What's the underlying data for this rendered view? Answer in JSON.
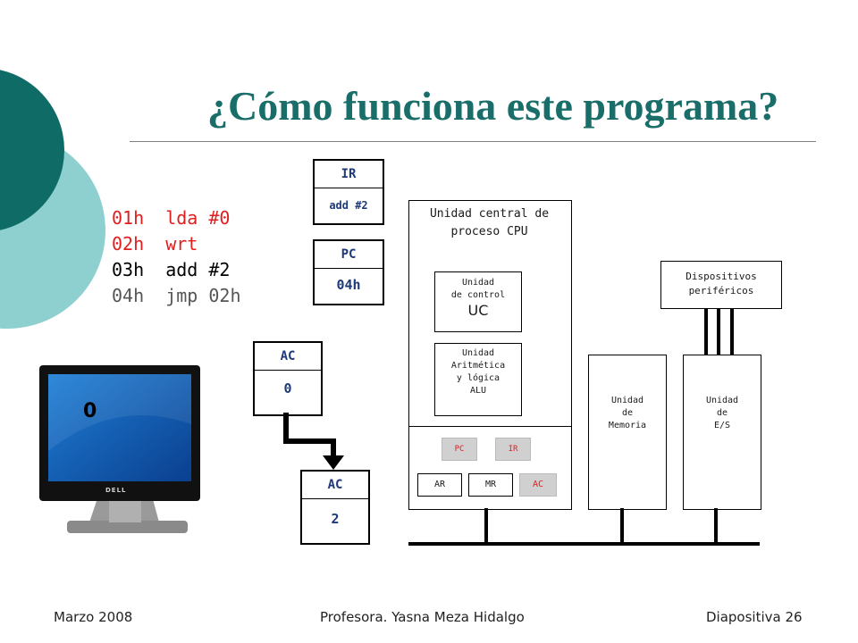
{
  "slide": {
    "title": "¿Cómo funciona este programa?"
  },
  "program": [
    {
      "addr": "01h",
      "instr": "lda #0",
      "color": "#e02020"
    },
    {
      "addr": "02h",
      "instr": "wrt",
      "color": "#e02020"
    },
    {
      "addr": "03h",
      "instr": "add #2",
      "color": "#000000"
    },
    {
      "addr": "04h",
      "instr": "jmp 02h",
      "color": "#555555"
    }
  ],
  "registers": {
    "ir": {
      "label": "IR",
      "value": "add #2"
    },
    "pc": {
      "label": "PC",
      "value": "04h"
    },
    "ac_old": {
      "label": "AC",
      "value": "0"
    },
    "ac_new": {
      "label": "AC",
      "value": "2"
    }
  },
  "monitor": {
    "display_value": "0",
    "brand": "DELL"
  },
  "cpu": {
    "title": "Unidad central de proceso CPU",
    "control_unit": {
      "line1": "Unidad",
      "line2": "de control",
      "abbr": "UC"
    },
    "alu": {
      "line1": "Unidad",
      "line2": "Aritmética",
      "line3": "y lógica",
      "line4": "ALU"
    },
    "regs": {
      "pc": "PC",
      "ir": "IR",
      "ar": "AR",
      "mr": "MR",
      "ac": "AC"
    }
  },
  "memory": {
    "line1": "Unidad",
    "line2": "de",
    "line3": "Memoria"
  },
  "io_unit": {
    "line1": "Unidad",
    "line2": "de",
    "line3": "E/S"
  },
  "peripherals": {
    "line1": "Dispositivos",
    "line2": "periféricos"
  },
  "footer": {
    "date": "Marzo 2008",
    "author": "Profesora. Yasna Meza Hidalgo",
    "slide_number": "Diapositiva 26"
  },
  "colors": {
    "title": "#1a6e6a",
    "circle_dark": "#0f6b66",
    "circle_light": "#8ecfcf",
    "register_text": "#1f3a7a",
    "highlight_red": "#e02020"
  }
}
